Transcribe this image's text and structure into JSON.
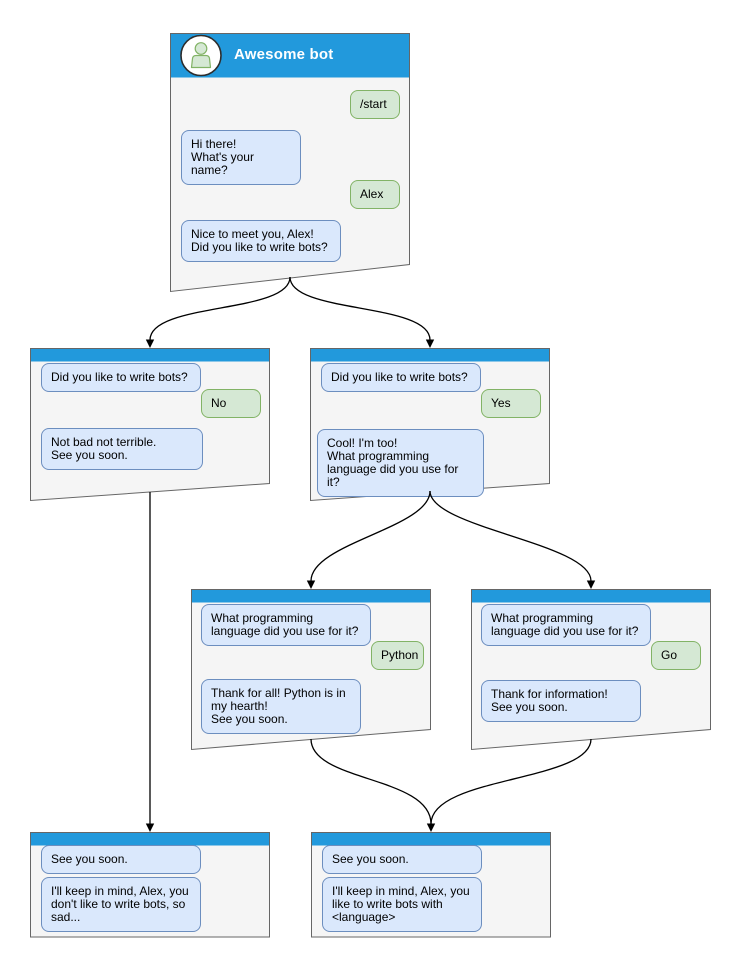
{
  "diagram": {
    "kind": "chatbot-conversation-flowchart",
    "colors": {
      "titlebar_blue": "#2299DC",
      "card_fill": "#F5F5F5",
      "card_stroke": "#666666",
      "bot_bubble_fill": "#DAE8FC",
      "bot_bubble_stroke": "#6C8EBF",
      "user_bubble_fill": "#D5E8D4",
      "user_bubble_stroke": "#82B366",
      "connector": "#000000"
    },
    "icons": {
      "header_avatar": "bot-person-icon"
    },
    "nodes": [
      {
        "id": "start",
        "title": "Awesome bot",
        "bubbles": [
          {
            "side": "right",
            "kind": "user",
            "text": "/start"
          },
          {
            "side": "left",
            "kind": "bot",
            "text": "Hi there!\nWhat's your name?"
          },
          {
            "side": "right",
            "kind": "user",
            "text": "Alex"
          },
          {
            "side": "left",
            "kind": "bot",
            "text": "Nice to meet you, Alex!\nDid you like to write bots?"
          }
        ]
      },
      {
        "id": "branch-no",
        "bubbles": [
          {
            "side": "left",
            "kind": "bot",
            "text": "Did you like to write bots?"
          },
          {
            "side": "right",
            "kind": "user",
            "text": "No"
          },
          {
            "side": "left",
            "kind": "bot",
            "text": "Not bad not terrible.\nSee you soon."
          }
        ]
      },
      {
        "id": "branch-yes",
        "bubbles": [
          {
            "side": "left",
            "kind": "bot",
            "text": "Did you like to write bots?"
          },
          {
            "side": "right",
            "kind": "user",
            "text": "Yes"
          },
          {
            "side": "left",
            "kind": "bot",
            "text": "Cool! I'm too!\nWhat programming\nlanguage did you use for it?"
          }
        ]
      },
      {
        "id": "lang-python",
        "bubbles": [
          {
            "side": "left",
            "kind": "bot",
            "text": "What programming\nlanguage did you use for it?"
          },
          {
            "side": "right",
            "kind": "user",
            "text": "Python"
          },
          {
            "side": "left",
            "kind": "bot",
            "text": "Thank for all! Python is in\nmy hearth!\nSee you soon."
          }
        ]
      },
      {
        "id": "lang-go",
        "bubbles": [
          {
            "side": "left",
            "kind": "bot",
            "text": "What programming\nlanguage did you use for it?"
          },
          {
            "side": "right",
            "kind": "user",
            "text": "Go"
          },
          {
            "side": "left",
            "kind": "bot",
            "text": "Thank for information!\nSee you soon."
          }
        ]
      },
      {
        "id": "end-no",
        "bubbles": [
          {
            "side": "left",
            "kind": "bot",
            "text": "See you soon."
          },
          {
            "side": "left",
            "kind": "bot",
            "text": "I'll keep in mind, Alex, you\ndon't like to write bots, so\nsad..."
          }
        ]
      },
      {
        "id": "end-yes",
        "bubbles": [
          {
            "side": "left",
            "kind": "bot",
            "text": "See you soon."
          },
          {
            "side": "left",
            "kind": "bot",
            "text": "I'll keep in mind, Alex, you\nlike to write bots with\n<language>"
          }
        ]
      }
    ],
    "edges": [
      {
        "from": "start",
        "to": "branch-no"
      },
      {
        "from": "start",
        "to": "branch-yes"
      },
      {
        "from": "branch-no",
        "to": "end-no"
      },
      {
        "from": "branch-yes",
        "to": "lang-python"
      },
      {
        "from": "branch-yes",
        "to": "lang-go"
      },
      {
        "from": "lang-python",
        "to": "end-yes"
      },
      {
        "from": "lang-go",
        "to": "end-yes"
      }
    ]
  }
}
